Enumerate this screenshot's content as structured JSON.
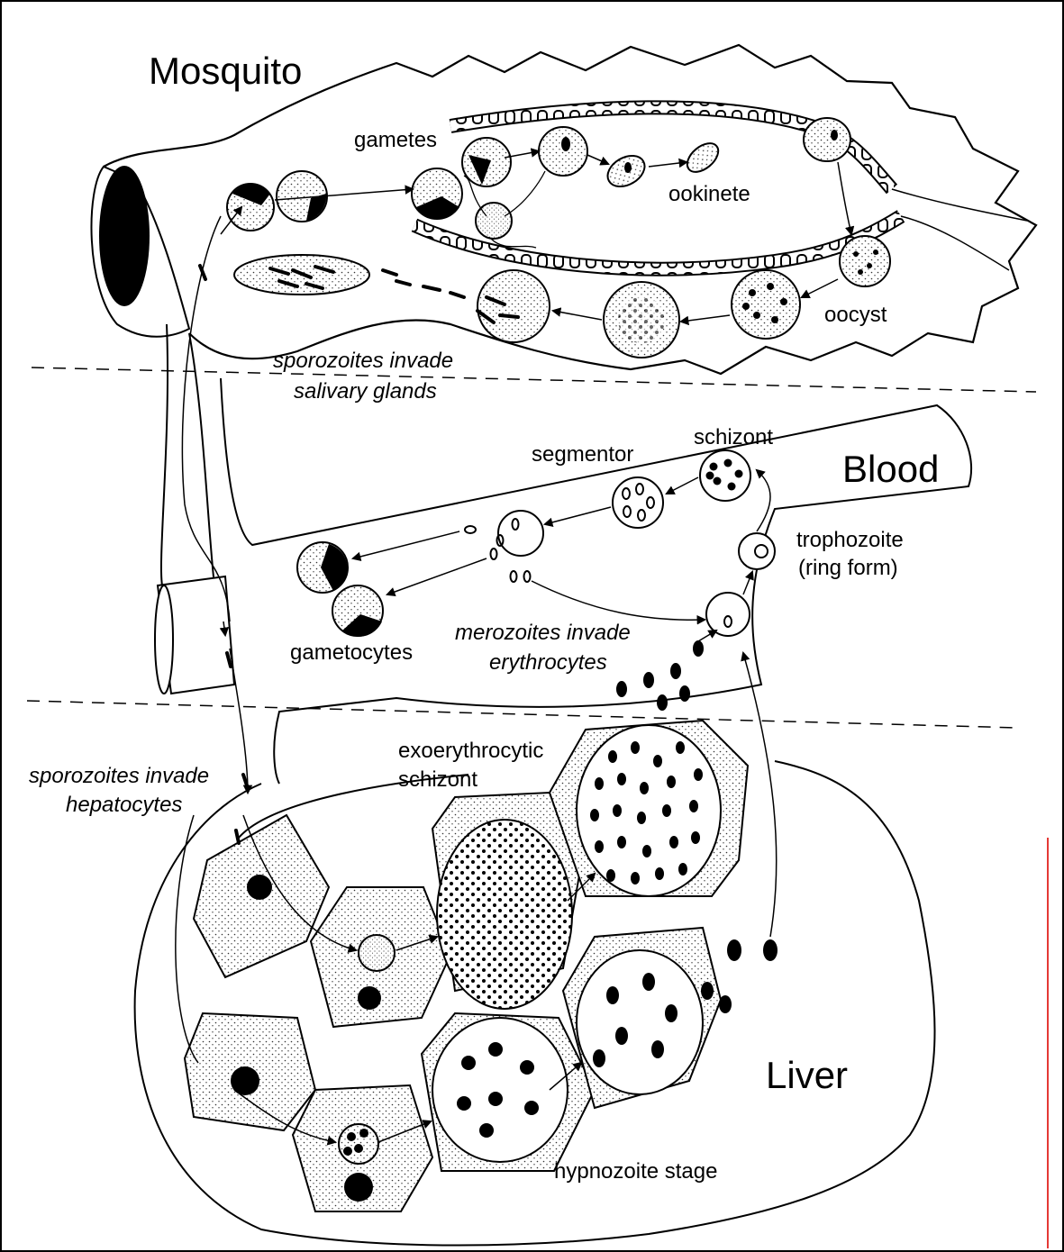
{
  "regions": {
    "mosquito": "Mosquito",
    "blood": "Blood",
    "liver": "Liver"
  },
  "labels": {
    "gametes": "gametes",
    "ookinete": "ookinete",
    "oocyst": "oocyst",
    "sporozoites_salivary_1": "sporozoites invade",
    "sporozoites_salivary_2": "salivary glands",
    "schizont": "schizont",
    "segmentor": "segmentor",
    "trophozoite_1": "trophozoite",
    "trophozoite_2": "(ring form)",
    "gametocytes": "gametocytes",
    "merozoites_1": "merozoites invade",
    "merozoites_2": "erythrocytes",
    "exo_1": "exoerythrocytic",
    "exo_2": "schizont",
    "sporozoites_hep_1": "sporozoites invade",
    "sporozoites_hep_2": "hepatocytes",
    "hypnozoite": "hypnozoite stage"
  },
  "colors": {
    "ink": "#000000",
    "background": "#ffffff",
    "stipple": "#e6e6e6",
    "edge_marker": "#e53935"
  }
}
